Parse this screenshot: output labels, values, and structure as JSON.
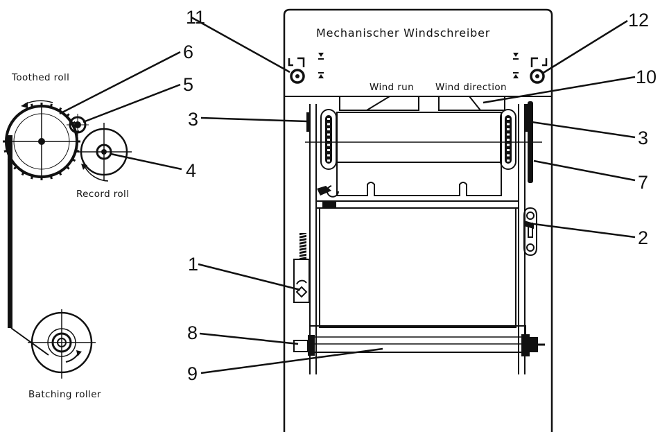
{
  "diagram": {
    "title": "Mechanischer  Windschreiber",
    "labels": {
      "toothed_roll": "Toothed roll",
      "record_roll": "Record roll",
      "batching_roller": "Batching roller",
      "wind_run": "Wind run",
      "wind_direction": "Wind direction"
    },
    "numbers": {
      "n1": "1",
      "n2": "2",
      "n3_left": "3",
      "n3_right": "3",
      "n4": "4",
      "n5": "5",
      "n6": "6",
      "n7": "7",
      "n8": "8",
      "n9": "9",
      "n10": "10",
      "n11": "11",
      "n12": "12"
    }
  }
}
